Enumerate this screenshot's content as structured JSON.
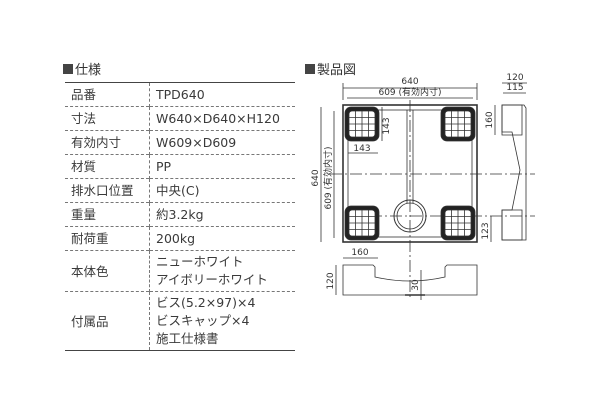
{
  "spec": {
    "title": "仕様",
    "rows": [
      {
        "label": "品番",
        "value": [
          "TPD640"
        ]
      },
      {
        "label": "寸法",
        "value": [
          "W640×D640×H120"
        ]
      },
      {
        "label": "有効内寸",
        "value": [
          "W609×D609"
        ]
      },
      {
        "label": "材質",
        "value": [
          "PP"
        ]
      },
      {
        "label": "排水口位置",
        "value": [
          "中央(C)"
        ]
      },
      {
        "label": "重量",
        "value": [
          "約3.2kg"
        ]
      },
      {
        "label": "耐荷重",
        "value": [
          "200kg"
        ]
      },
      {
        "label": "本体色",
        "value": [
          "ニューホワイト",
          "アイボリーホワイト"
        ]
      },
      {
        "label": "付属品",
        "value": [
          "ビス(5.2×97)×4",
          "ビスキャップ×4",
          "施工仕様書"
        ]
      }
    ]
  },
  "figure": {
    "title": "製品図",
    "dimensions": {
      "width_total": "640",
      "width_inner": "609 (有効内寸)",
      "depth_total": "640",
      "depth_inner": "609 (有効内寸)",
      "pad_w": "143",
      "pad_h": "143",
      "side_height": "120",
      "side_inner": "115",
      "side_160": "160",
      "drain_offset": "123",
      "front_160": "160",
      "front_height": "120",
      "front_drain": "30"
    }
  }
}
